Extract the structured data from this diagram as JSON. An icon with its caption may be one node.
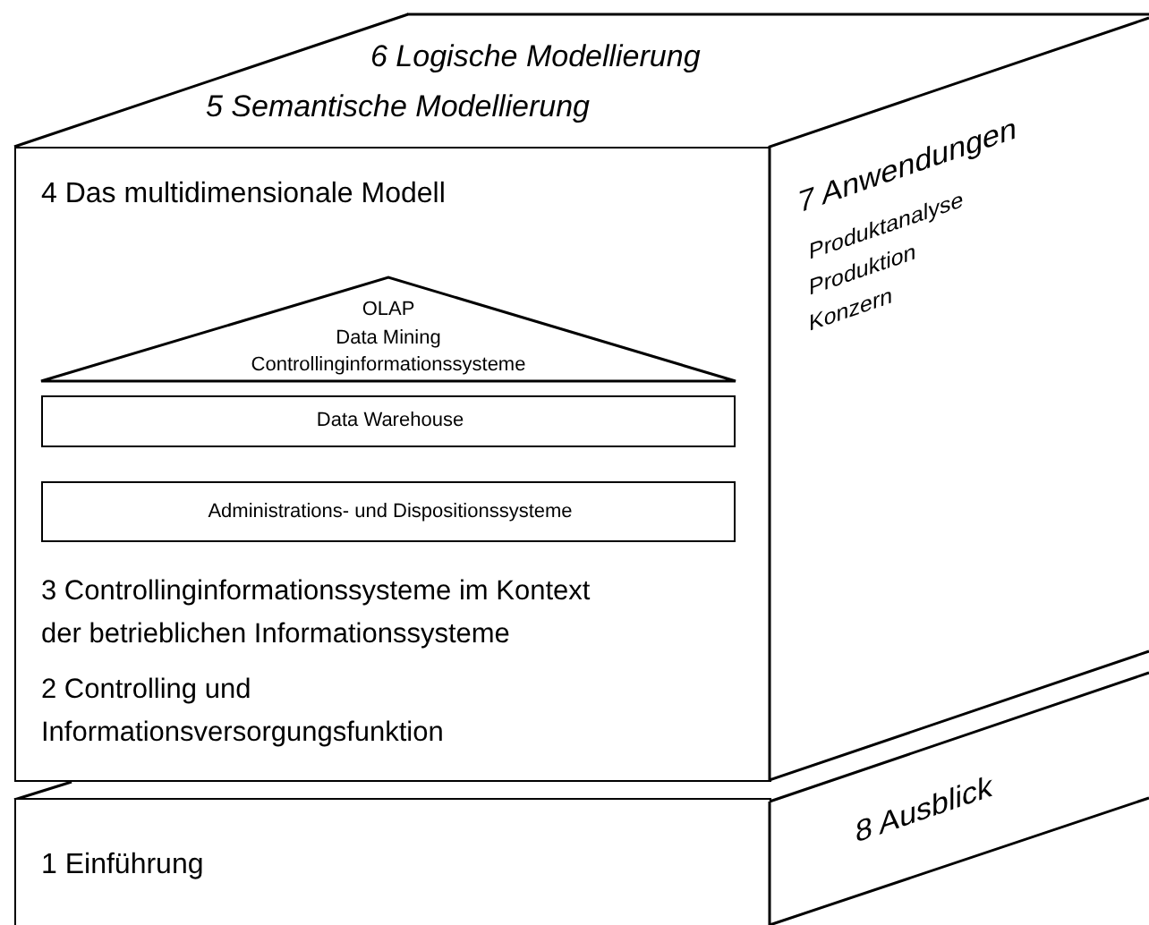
{
  "diagram": {
    "nodes": [
      {
        "text": [
          "6 Logische Modellierung",
          "5 Semantische Modellierung"
        ]
      },
      {
        "text": [
          "4 Das multidimensionale Modell",
          "3 Controllinginformationssysteme im Kontext der betrieblichen Informationssysteme",
          "2 Controlling und Informationsversorgungsfunktion"
        ]
      },
      {
        "text": [
          "OLAP",
          "Data Mining",
          "Controllinginformationssysteme"
        ],
        "in": 1
      },
      {
        "text": [
          "Data Warehouse"
        ],
        "in": 1
      },
      {
        "text": [
          "Administrations- und Dispositionssysteme"
        ],
        "in": 1
      },
      {
        "text": [
          "7 Anwendungen",
          "Produktanalyse",
          "Produktion",
          "Konzern"
        ]
      },
      {
        "text": [
          "1 Einführung"
        ]
      },
      {
        "text": [
          "8 Ausblick"
        ]
      }
    ]
  }
}
